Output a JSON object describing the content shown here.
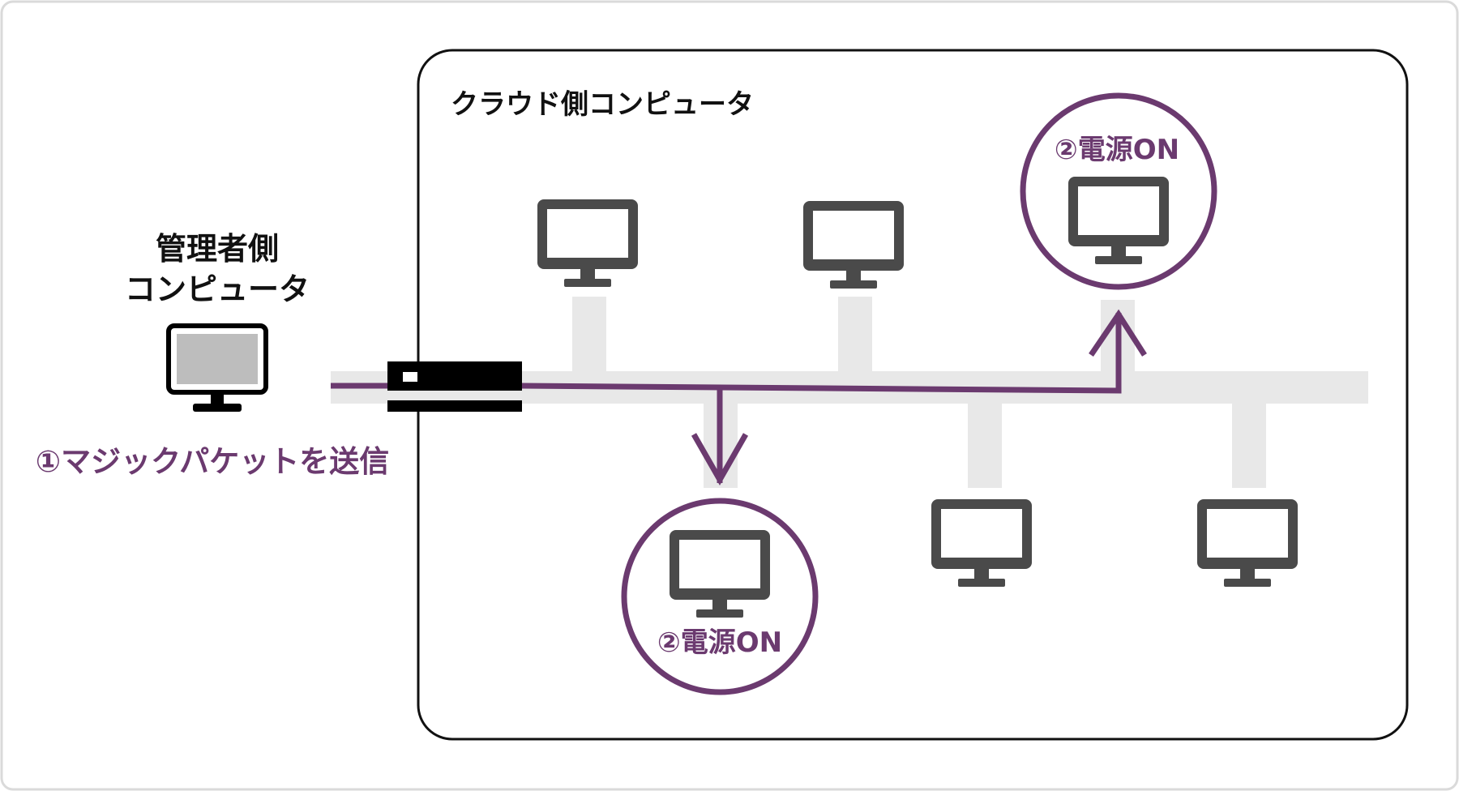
{
  "admin": {
    "title_line1": "管理者側",
    "title_line2": "コンピュータ",
    "caption": "①マジックパケットを送信"
  },
  "cloud": {
    "title": "クラウド側コンピュータ",
    "power_on_label_top": "②電源ON",
    "power_on_label_bottom": "②電源ON"
  },
  "colors": {
    "accent": "#6B3A6F",
    "monitor": "#4A4A4A",
    "bus": "#E8E8E8",
    "text": "#111111",
    "frame": "#DADADA"
  }
}
